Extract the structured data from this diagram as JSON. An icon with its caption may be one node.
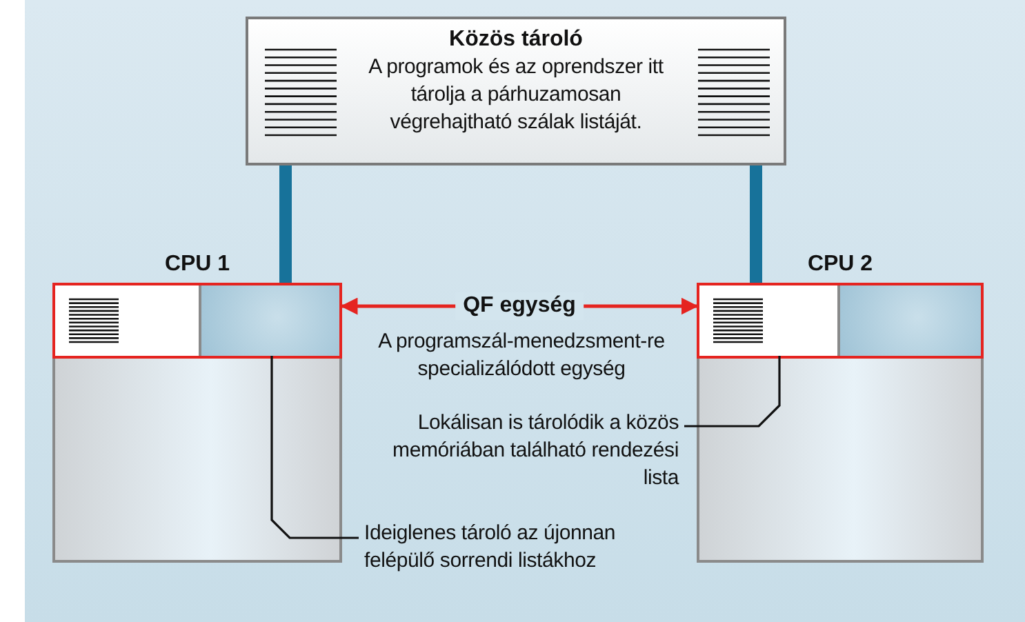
{
  "diagram": {
    "nodes": [
      {
        "text": [
          "Közös tároló",
          "A programok és az oprendszer itt tárolja a párhuzamosan végrehajtható szálak listáját."
        ]
      },
      {
        "text": [
          "CPU 1"
        ]
      },
      {
        "text": [],
        "shape": "box",
        "in": 1
      },
      {
        "text": [],
        "shape": "box",
        "in": 2
      },
      {
        "text": [],
        "shape": "box",
        "in": 2
      },
      {
        "text": [
          "CPU 2"
        ]
      },
      {
        "text": [],
        "shape": "box",
        "in": 5
      },
      {
        "text": [],
        "shape": "box",
        "in": 6
      },
      {
        "text": [],
        "shape": "box",
        "in": 6
      },
      {
        "text": [
          "Lokálisan is tárolódik a közös memóriában található rendezési lista"
        ]
      },
      {
        "text": [
          "Ideiglenes tároló az újonnan felépülő sorrendi listákhoz"
        ]
      }
    ],
    "edges": [
      {
        "from": 0,
        "to": 2,
        "arrow": "none",
        "style": "thick",
        "color": "#17729a"
      },
      {
        "from": 0,
        "to": 6,
        "arrow": "none",
        "style": "thick",
        "color": "#17729a"
      },
      {
        "from": 2,
        "to": 6,
        "arrow": "both",
        "label": "QF egység",
        "color": "#e52420"
      },
      {
        "from": 9,
        "to": 7,
        "arrow": "none",
        "color": "#111111"
      },
      {
        "from": 10,
        "to": 4,
        "arrow": "none",
        "color": "#111111"
      }
    ],
    "labels": [
      "A programszál-menedzsment-re specializálódott egység"
    ]
  }
}
